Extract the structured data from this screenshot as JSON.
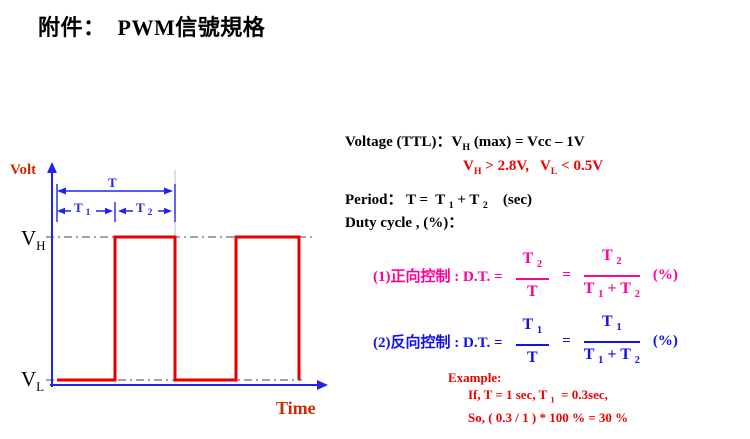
{
  "title": "附件：  PWM信號規格",
  "colors": {
    "waveform_red": "#e60000",
    "axis_blue": "#2222ee",
    "axis_label_red": "#cc2a00",
    "forward_magenta": "#ff0099",
    "reverse_blue": "#1111ee",
    "emphasis_red": "#ee0000",
    "text_black": "#000000"
  },
  "waveform": {
    "volt_label": "Volt",
    "time_label": "Time",
    "v": "V",
    "h_sub": "H",
    "l_sub": "L",
    "t": "T",
    "t1_base": "T",
    "t1_sub": "1",
    "t2_base": "T",
    "t2_sub": "2"
  },
  "voltage": {
    "prefix": "Voltage (TTL)：V",
    "h_sub": "H",
    "suffix": " (max) = Vcc – 1V",
    "range_v1": "V",
    "range_h": "H",
    "range_mid": " > 2.8V,   V",
    "range_l": "L",
    "range_end": " < 0.5V"
  },
  "period": {
    "prefix": "Period： T =  T ",
    "sub1": "1",
    "mid": " + T ",
    "sub2": "2",
    "suffix": "    (sec)"
  },
  "duty_label": "Duty cycle , (%)：",
  "formula_forward": {
    "label": "(1)正向控制 : D.T. =",
    "num_base": "T ",
    "num_sub": "2",
    "den_simple": "T",
    "equals": "=",
    "den_base": "T ",
    "den_sub1": "1",
    "den_mid": " + T ",
    "den_sub2": "2",
    "percent": "(%)"
  },
  "formula_reverse": {
    "label": "(2)反向控制 : D.T. =",
    "num_base": "T ",
    "num_sub": "1",
    "den_simple": "T",
    "equals": "=",
    "den_base": "T ",
    "den_sub1": "1",
    "den_mid": " + T ",
    "den_sub2": "2",
    "percent": "(%)"
  },
  "example": {
    "heading": "Example:",
    "line1_a": "If, T = 1 sec, T ",
    "line1_sub": "1",
    "line1_b": "  = 0.3sec,",
    "line2": "So, ( 0.3 / 1 ) * 100 % = 30 %"
  }
}
